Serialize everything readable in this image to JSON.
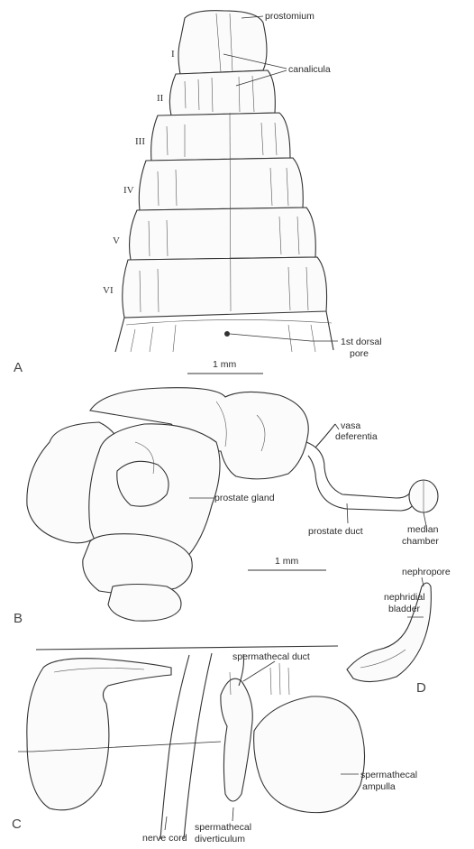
{
  "panels": {
    "a": "A",
    "b": "B",
    "c": "C",
    "d": "D"
  },
  "segments": [
    "I",
    "II",
    "III",
    "IV",
    "V",
    "VI"
  ],
  "labels": {
    "prostomium": "prostomium",
    "canalicula": "canalicula",
    "dorsal_pore_1": "1st dorsal",
    "dorsal_pore_2": "pore",
    "vasa_1": "vasa",
    "vasa_2": "deferentia",
    "prostate_gland": "prostate gland",
    "prostate_duct": "prostate duct",
    "median_1": "median",
    "median_2": "chamber",
    "nephropore": "nephropore",
    "nephridial_1": "nephridial",
    "nephridial_2": "bladder",
    "spermathecal_duct": "spermathecal duct",
    "spermathecal_ampulla_1": "spermathecal",
    "spermathecal_ampulla_2": "ampulla",
    "nerve_cord": "nerve cord",
    "sperm_divert_1": "spermathecal",
    "sperm_divert_2": "diverticulum"
  },
  "scale_bars": {
    "a": "1 mm",
    "b": "1 mm"
  }
}
